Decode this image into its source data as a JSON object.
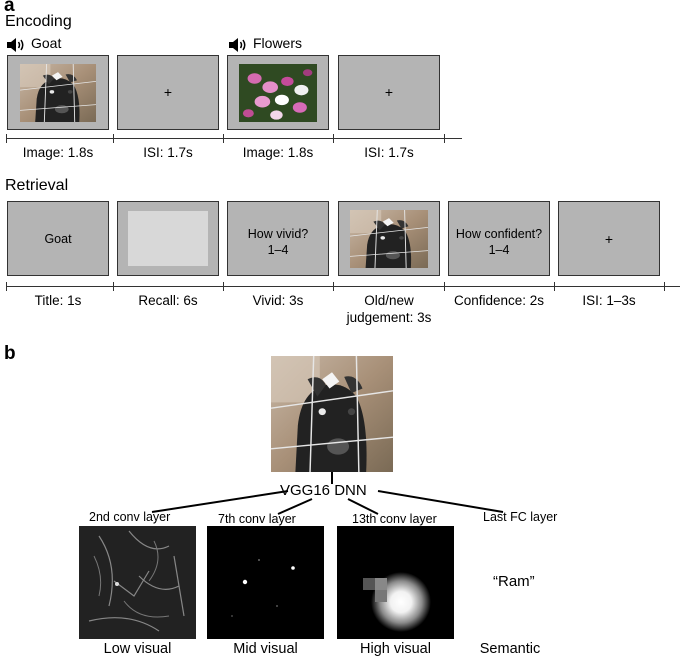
{
  "panel_a": {
    "letter": "a",
    "encoding": {
      "title": "Encoding",
      "cues": [
        {
          "text": "Goat",
          "icon": "speaker-icon"
        },
        {
          "text": "Flowers",
          "icon": "speaker-icon"
        }
      ],
      "screens": [
        {
          "type": "goat-photo",
          "content": ""
        },
        {
          "type": "fixation",
          "content": "+"
        },
        {
          "type": "flowers-photo",
          "content": ""
        },
        {
          "type": "fixation",
          "content": "+"
        }
      ],
      "durations": [
        "Image: 1.8s",
        "ISI: 1.7s",
        "Image: 1.8s",
        "ISI: 1.7s"
      ]
    },
    "retrieval": {
      "title": "Retrieval",
      "screens": [
        {
          "type": "text",
          "content": "Goat"
        },
        {
          "type": "blank",
          "content": ""
        },
        {
          "type": "text",
          "line1": "How vivid?",
          "line2": "1–4"
        },
        {
          "type": "goat-photo",
          "content": ""
        },
        {
          "type": "text",
          "line1": "How confident?",
          "line2": "1–4"
        },
        {
          "type": "fixation",
          "content": "+"
        }
      ],
      "durations": [
        "Title: 1s",
        "Recall: 6s",
        "Vivid: 3s",
        "Old/new",
        "Confidence: 2s",
        "ISI: 1–3s"
      ],
      "duration_line2": "judgement: 3s"
    }
  },
  "panel_b": {
    "letter": "b",
    "network": "VGG16 DNN",
    "layers": [
      "2nd conv layer",
      "7th conv layer",
      "13th conv layer",
      "Last FC layer"
    ],
    "semantic_word": "“Ram”",
    "levels": [
      "Low visual",
      "Mid visual",
      "High visual",
      "Semantic"
    ]
  },
  "colors": {
    "screen_gray": "#b4b4b4",
    "blank_inner": "#d8d8d8",
    "line": "#333333"
  }
}
